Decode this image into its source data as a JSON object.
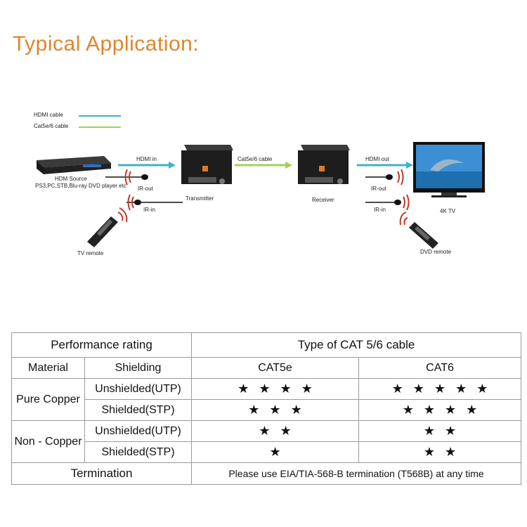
{
  "title": "Typical Application:",
  "diagram": {
    "legend": [
      {
        "label": "HDMI cable",
        "color": "#3fb3c4"
      },
      {
        "label": "Cat5e/6 cable",
        "color": "#a6cf5a"
      }
    ],
    "source": {
      "label1": "HDM Source",
      "label2": "PS3,PC,STB,Blu-ray DVD player etc"
    },
    "hdmi_in": "HDMI in",
    "ir_out_left": "IR-out",
    "ir_in_left": "IR-in",
    "tv_remote": "TV remote",
    "transmitter": "Transmitter",
    "cat_cable": "Cat5e/6 cable",
    "receiver": "Receiver",
    "hdmi_out": "HDMI out",
    "ir_out_right": "IR-out",
    "ir_in_right": "IR-in",
    "tv": "4K TV",
    "dvd_remote": "DVD remote"
  },
  "table": {
    "performance_rating": "Performance rating",
    "type_header": "Type of CAT 5/6 cable",
    "material": "Material",
    "shielding": "Shielding",
    "cat5e": "CAT5e",
    "cat6": "CAT6",
    "rows": [
      {
        "material": "Pure Copper",
        "shielding": "Unshielded(UTP)",
        "cat5e_stars": "★★★★",
        "cat6_stars": "★★★★★"
      },
      {
        "material": "",
        "shielding": "Shielded(STP)",
        "cat5e_stars": "★★★",
        "cat6_stars": "★★★★"
      },
      {
        "material": "Non - Copper",
        "shielding": "Unshielded(UTP)",
        "cat5e_stars": "★★",
        "cat6_stars": "★★"
      },
      {
        "material": "",
        "shielding": "Shielded(STP)",
        "cat5e_stars": "★",
        "cat6_stars": "★★"
      }
    ],
    "termination_label": "Termination",
    "termination_text": "Please use EIA/TIA-568-B termination (T568B) at any time"
  },
  "colors": {
    "title": "#e0852a",
    "hdmi": "#3fb3c4",
    "cat": "#a6cf5a",
    "ir_red": "#c0392b"
  }
}
